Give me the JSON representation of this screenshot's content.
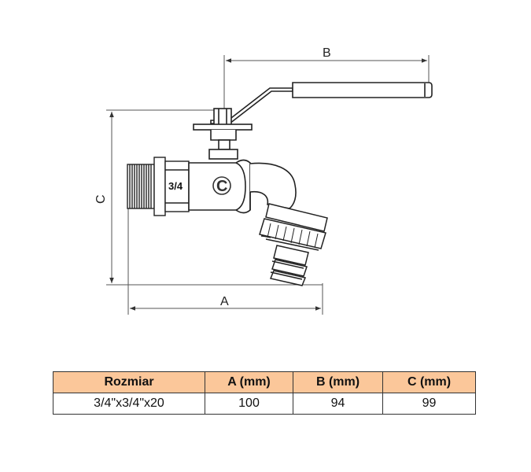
{
  "drawing": {
    "dimension_labels": {
      "a": "A",
      "b": "B",
      "c": "C"
    },
    "size_marking": "3/4",
    "logo_text": "C"
  },
  "table": {
    "headers": [
      "Rozmiar",
      "A (mm)",
      "B (mm)",
      "C (mm)"
    ],
    "rows": [
      [
        "3/4\"x3/4\"x20",
        "100",
        "94",
        "99"
      ]
    ],
    "header_color": "#fbc79a"
  }
}
